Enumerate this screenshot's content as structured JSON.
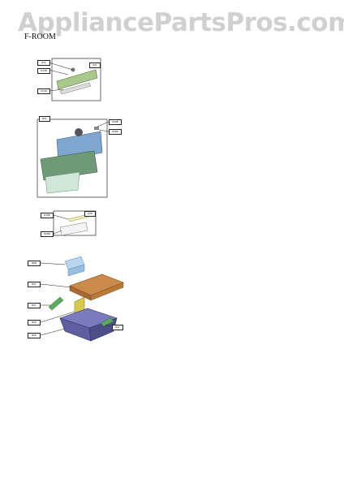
{
  "watermark": "AppliancePartsPros.com",
  "section_title": "F-ROOM",
  "groups": [
    {
      "labels": [
        "D31",
        "D21",
        "D31B",
        "D31N"
      ]
    },
    {
      "labels": [
        "B21",
        "D20B",
        "B30N"
      ]
    },
    {
      "labels": [
        "D20B",
        "D20",
        "B20N"
      ]
    },
    {
      "labels": [
        "B8N",
        "B21",
        "B21",
        "B20",
        "B20",
        "B21"
      ]
    }
  ],
  "colors": {
    "green_part": "#a9c98c",
    "blue_part": "#7fa6cf",
    "green_tray": "#6f9a78",
    "cream_part": "#efe9b6",
    "light_blue": "#b9d6ee",
    "orange_tray": "#cc8a4a",
    "purple_bin": "#5f5f9f",
    "green_strip": "#5caa5c",
    "yellow_panel": "#d9c94a"
  }
}
